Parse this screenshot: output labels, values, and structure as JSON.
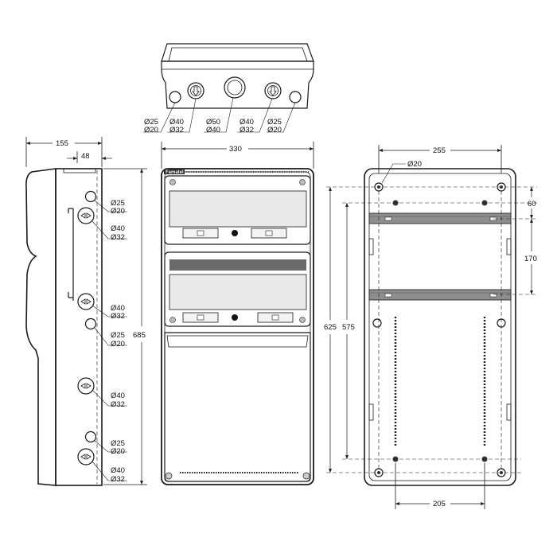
{
  "top_view": {
    "labels": [
      "Ø25",
      "Ø20",
      "Ø40",
      "Ø32",
      "Ø50",
      "Ø40",
      "Ø40",
      "Ø32",
      "Ø25",
      "Ø20"
    ]
  },
  "front_view": {
    "brand": "Famatel",
    "width_dim": "330",
    "height_dim": "685"
  },
  "side_view": {
    "depth_dim": "155",
    "offset_dim": "48",
    "labels": [
      "Ø25",
      "Ø20",
      "Ø40",
      "Ø32",
      "Ø40",
      "Ø32",
      "Ø25",
      "Ø20",
      "Ø40",
      "Ø32",
      "Ø25",
      "Ø20",
      "Ø40",
      "Ø32"
    ]
  },
  "back_view": {
    "top_spacing_dim": "255",
    "hole_label": "Ø20",
    "offset_dim": "60",
    "rail_spacing_dim": "170",
    "outer_height_dim": "625",
    "inner_height_dim": "575",
    "bottom_spacing_dim": "205"
  }
}
